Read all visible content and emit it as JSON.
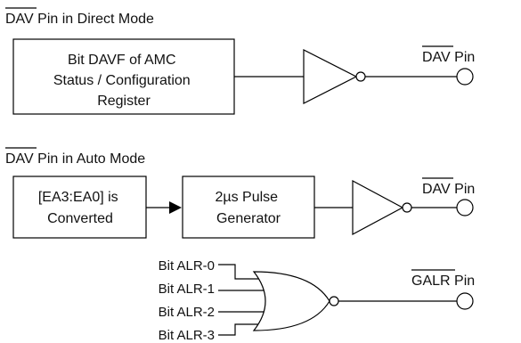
{
  "direct_mode": {
    "title_overbar": "DAV",
    "title_rest": " Pin in Direct Mode",
    "box_lines": [
      "Bit DAVF of AMC",
      "Status / Configuration",
      "Register"
    ],
    "pin_overbar": "DAV",
    "pin_rest": " Pin"
  },
  "auto_mode": {
    "title_overbar": "DAV",
    "title_rest": " Pin in Auto Mode",
    "box1_lines": [
      "[EA3:EA0] is",
      "Converted"
    ],
    "box2_lines": [
      "2µs Pulse",
      "Generator"
    ],
    "pin_overbar": "DAV",
    "pin_rest": " Pin"
  },
  "galr": {
    "inputs": [
      "Bit ALR-0",
      "Bit ALR-1",
      "Bit ALR-2",
      "Bit ALR-3"
    ],
    "pin_overbar": "GALR",
    "pin_rest": " Pin"
  }
}
